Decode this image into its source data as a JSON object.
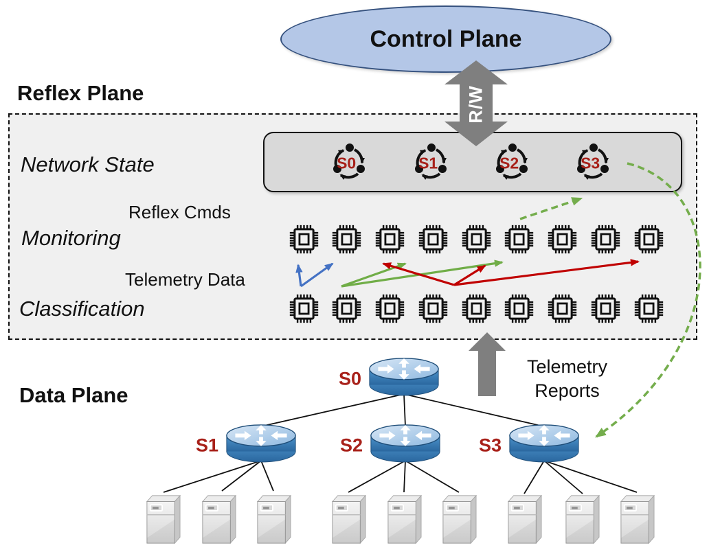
{
  "planes": {
    "control": "Control Plane",
    "reflex": "Reflex Plane",
    "data": "Data Plane"
  },
  "rw_arrow_label": "R/W",
  "reflex_rows": {
    "network_state": "Network State",
    "monitoring": "Monitoring",
    "classification": "Classification"
  },
  "flow_labels": {
    "reflex_cmds": "Reflex Cmds",
    "telemetry_data": "Telemetry Data",
    "telemetry_reports_line1": "Telemetry",
    "telemetry_reports_line2": "Reports"
  },
  "network_state_items": [
    {
      "label": "S0"
    },
    {
      "label": "S1"
    },
    {
      "label": "S2"
    },
    {
      "label": "S3"
    }
  ],
  "switches": [
    {
      "label": "S0"
    },
    {
      "label": "S1"
    },
    {
      "label": "S2"
    },
    {
      "label": "S3"
    }
  ],
  "counts": {
    "monitoring_chips": 9,
    "classification_chips": 9,
    "servers_per_switch": 3,
    "switch_count": 4
  },
  "colors": {
    "arrow_blue": "#4472c4",
    "arrow_green": "#70ad47",
    "arrow_red": "#c00000",
    "dashed_green": "#74ad4c",
    "label_red": "#a8211a",
    "gray_arrow": "#7f7f7f",
    "ellipse_fill": "#b4c7e7",
    "ellipse_border": "#35517e",
    "state_box_fill": "#d9d9d9",
    "reflex_box_fill": "#f0f0f0"
  }
}
